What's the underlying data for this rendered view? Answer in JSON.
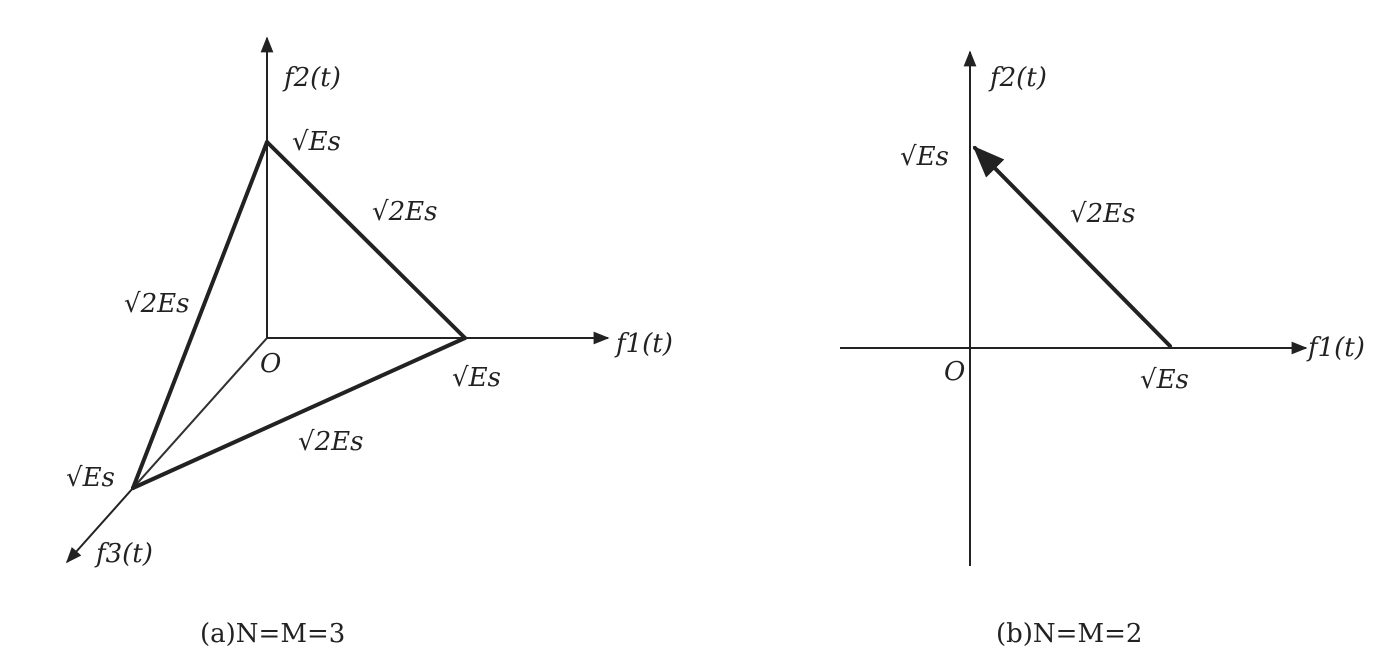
{
  "panel_a": {
    "caption": "(a)N=M=3",
    "axis_f1": "f1(t)",
    "axis_f2": "f2(t)",
    "axis_f3": "f3(t)",
    "origin": "O",
    "label_es_f2": "√Es",
    "label_es_f1": "√Es",
    "label_es_f3": "√Es",
    "label_2es_12": "√2Es",
    "label_2es_13": "√2Es",
    "label_2es_23": "√2Es"
  },
  "panel_b": {
    "caption": "(b)N=M=2",
    "axis_f1": "f1(t)",
    "axis_f2": "f2(t)",
    "origin": "O",
    "label_es_f2": "√Es",
    "label_es_f1": "√Es",
    "label_2es": "√2Es"
  }
}
